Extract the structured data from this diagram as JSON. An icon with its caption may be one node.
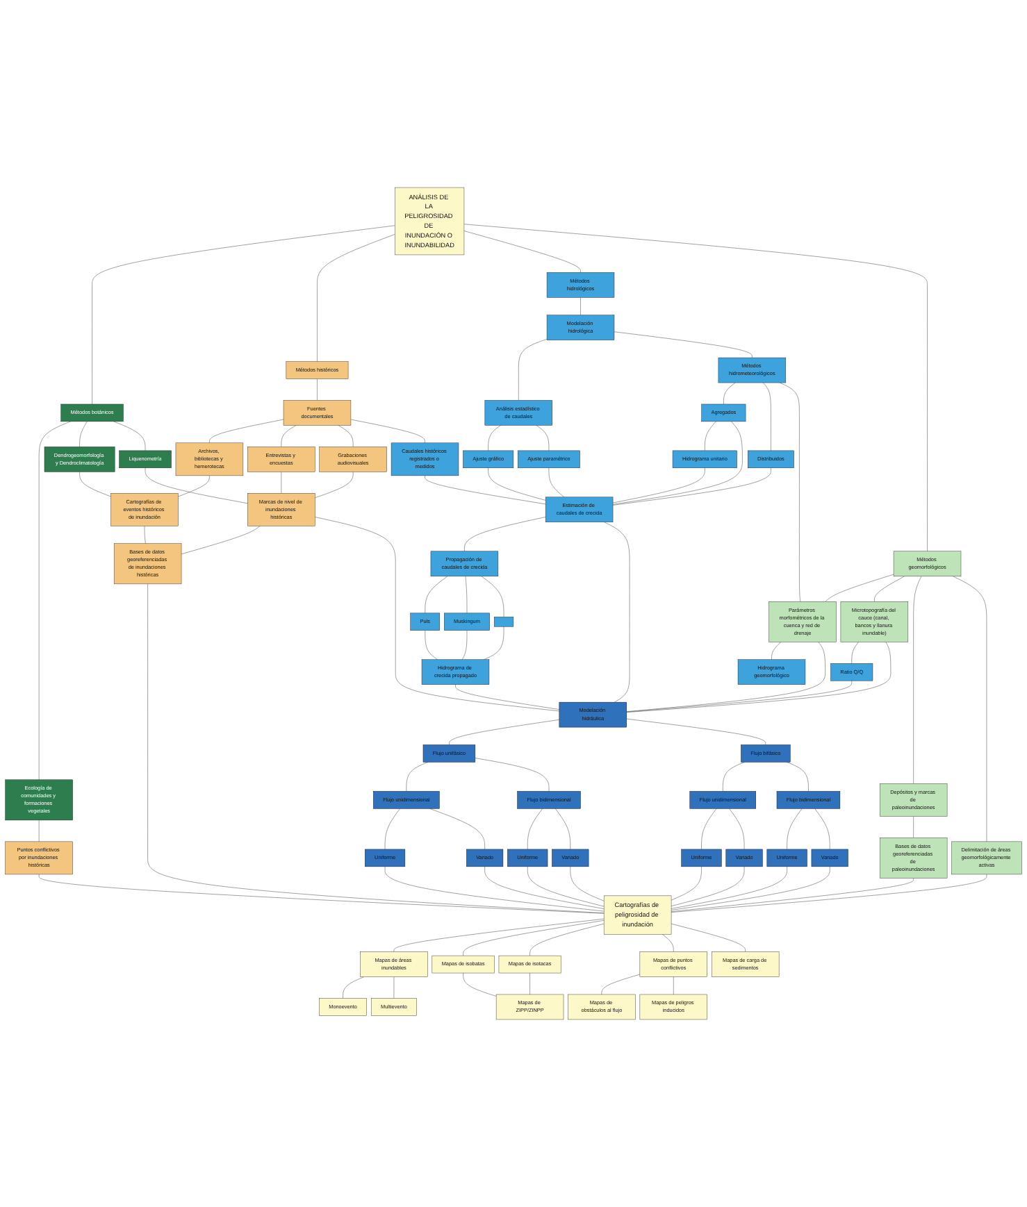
{
  "diagram": {
    "nodes": [
      {
        "text": [
          "ANÁLISIS DE LA PELIGROSIDAD DE INUNDACIÓN O INUNDABILIDAD"
        ]
      },
      {
        "text": [
          "Métodos botánicos"
        ]
      },
      {
        "text": [
          "Métodos históricos"
        ]
      },
      {
        "text": [
          "Métodos hidrológicos"
        ]
      },
      {
        "text": [
          "Métodos geomorfológicos"
        ]
      },
      {
        "text": [
          "Ecología de comunidades y formaciones vegetales"
        ]
      },
      {
        "text": [
          "Dendrogeomorfología y Dendroclimatología"
        ]
      },
      {
        "text": [
          "Liquenometría"
        ]
      },
      {
        "text": [
          "Fuentes documentales"
        ]
      },
      {
        "text": [
          "Archivos, bibliotecas y hemerotecas"
        ]
      },
      {
        "text": [
          "Entrevistas y encuestas"
        ]
      },
      {
        "text": [
          "Grabaciones audiovisuales"
        ]
      },
      {
        "text": [
          "Caudales históricos registrados o medidos"
        ]
      },
      {
        "text": [
          "Modelación hidrológica"
        ]
      },
      {
        "text": [
          "Análisis estadístico de caudales"
        ]
      },
      {
        "text": [
          "Métodos hidrometeorológicos"
        ]
      },
      {
        "text": [
          "Ajuste gráfico"
        ]
      },
      {
        "text": [
          "Ajuste paramétrico"
        ]
      },
      {
        "text": [
          "Agregados"
        ]
      },
      {
        "text": [
          "Distribuidos"
        ]
      },
      {
        "text": [
          "Hidrograma unitario"
        ]
      },
      {
        "text": [
          "Parámetros morfométricos de la cuenca y red de drenaje"
        ]
      },
      {
        "text": [
          "Microtopografía del cauce (canal, bancos y llanura inundable)"
        ]
      },
      {
        "text": [
          "Depósitos y marcas de paleoinundaciones"
        ]
      },
      {
        "text": [
          "Delimitación de áreas geomorfológicamente activas"
        ]
      },
      {
        "text": [
          "Hidrograma geomorfológico"
        ]
      },
      {
        "text": [
          "Ratio Q/Q"
        ]
      },
      {
        "text": [
          "Bases de datos georeferenciadas de paleoinundaciones"
        ]
      },
      {
        "text": [
          "Puntos conflictivos por inundaciones históricas"
        ]
      },
      {
        "text": [
          "Cartografías de eventos históricos de inundación"
        ]
      },
      {
        "text": [
          "Marcas de nivel de inundaciones históricas"
        ]
      },
      {
        "text": [
          "Bases de datos georeferenciadas de inundaciones históricas"
        ]
      },
      {
        "text": [
          "Estimación de caudales de crecida"
        ]
      },
      {
        "text": [
          "Propagación de caudales de crecida"
        ]
      },
      {
        "text": [
          "Puls"
        ]
      },
      {
        "text": [
          "Muskingum"
        ]
      },
      {
        "text": [],
        "shape": "box"
      },
      {
        "text": [
          "Hidrograma de crecida propagado"
        ]
      },
      {
        "text": [
          "Modelación hidráulica"
        ]
      },
      {
        "text": [
          "Flujo unifásico"
        ]
      },
      {
        "text": [
          "Flujo bifásico"
        ]
      },
      {
        "text": [
          "Flujo unidimensional"
        ]
      },
      {
        "text": [
          "Flujo bidimensional"
        ]
      },
      {
        "text": [
          "Flujo unidimensional"
        ]
      },
      {
        "text": [
          "Flujo bidimensional"
        ]
      },
      {
        "text": [
          "Uniforme"
        ]
      },
      {
        "text": [
          "Variado"
        ]
      },
      {
        "text": [
          "Uniforme"
        ]
      },
      {
        "text": [
          "Variado"
        ]
      },
      {
        "text": [
          "Uniforme"
        ]
      },
      {
        "text": [
          "Variado"
        ]
      },
      {
        "text": [
          "Uniforme"
        ]
      },
      {
        "text": [
          "Variado"
        ]
      },
      {
        "text": [
          "Cartografías de peligrosidad de inundación"
        ]
      },
      {
        "text": [
          "Mapas de áreas inundables"
        ]
      },
      {
        "text": [
          "Mapas de isobatas"
        ]
      },
      {
        "text": [
          "Mapas de isotacas"
        ]
      },
      {
        "text": [
          "Mapas de puntos conflictivos"
        ]
      },
      {
        "text": [
          "Mapas de carga de sedimentos"
        ]
      },
      {
        "text": [
          "Monoevento"
        ]
      },
      {
        "text": [
          "Multievento"
        ]
      },
      {
        "text": [
          "Mapas de ZIPP/ZINPP"
        ]
      },
      {
        "text": [
          "Mapas de obstáculos al flujo"
        ]
      },
      {
        "text": [
          "Mapas de peligros inducidos"
        ]
      }
    ],
    "edges": [
      {
        "from": 0,
        "to": 1,
        "arrow": "none"
      },
      {
        "from": 0,
        "to": 2,
        "arrow": "none"
      },
      {
        "from": 0,
        "to": 3,
        "arrow": "none"
      },
      {
        "from": 0,
        "to": 4,
        "arrow": "none"
      },
      {
        "from": 1,
        "to": 5,
        "arrow": "none"
      },
      {
        "from": 1,
        "to": 6,
        "arrow": "none"
      },
      {
        "from": 1,
        "to": 7,
        "arrow": "none"
      },
      {
        "from": 2,
        "to": 8,
        "arrow": "none"
      },
      {
        "from": 8,
        "to": 9,
        "arrow": "none"
      },
      {
        "from": 8,
        "to": 10,
        "arrow": "none"
      },
      {
        "from": 8,
        "to": 11,
        "arrow": "none"
      },
      {
        "from": 8,
        "to": 12,
        "arrow": "none"
      },
      {
        "from": 3,
        "to": 13,
        "arrow": "none"
      },
      {
        "from": 4,
        "to": 21,
        "arrow": "none"
      },
      {
        "from": 4,
        "to": 22,
        "arrow": "none"
      },
      {
        "from": 4,
        "to": 23,
        "arrow": "none"
      },
      {
        "from": 4,
        "to": 24,
        "arrow": "none"
      },
      {
        "from": 5,
        "to": 28,
        "arrow": "none"
      },
      {
        "from": 6,
        "to": 29,
        "arrow": "none"
      },
      {
        "from": 7,
        "to": 30,
        "arrow": "none"
      },
      {
        "from": 9,
        "to": 29,
        "arrow": "none"
      },
      {
        "from": 10,
        "to": 30,
        "arrow": "none"
      },
      {
        "from": 11,
        "to": 30,
        "arrow": "none"
      },
      {
        "from": 29,
        "to": 31,
        "arrow": "none"
      },
      {
        "from": 30,
        "to": 31,
        "arrow": "none"
      },
      {
        "from": 30,
        "to": 38,
        "arrow": "none"
      },
      {
        "from": 12,
        "to": 32,
        "arrow": "none"
      },
      {
        "from": 13,
        "to": 14,
        "arrow": "none"
      },
      {
        "from": 13,
        "to": 15,
        "arrow": "none"
      },
      {
        "from": 14,
        "to": 16,
        "arrow": "none"
      },
      {
        "from": 14,
        "to": 17,
        "arrow": "none"
      },
      {
        "from": 15,
        "to": 18,
        "arrow": "none"
      },
      {
        "from": 15,
        "to": 19,
        "arrow": "none"
      },
      {
        "from": 18,
        "to": 20,
        "arrow": "none"
      },
      {
        "from": 15,
        "to": 21,
        "arrow": "none"
      },
      {
        "from": 16,
        "to": 32,
        "arrow": "none"
      },
      {
        "from": 17,
        "to": 32,
        "arrow": "none"
      },
      {
        "from": 18,
        "to": 32,
        "arrow": "none"
      },
      {
        "from": 20,
        "to": 32,
        "arrow": "none"
      },
      {
        "from": 19,
        "to": 32,
        "arrow": "none"
      },
      {
        "from": 21,
        "to": 25,
        "arrow": "none"
      },
      {
        "from": 21,
        "to": 38,
        "arrow": "none"
      },
      {
        "from": 22,
        "to": 26,
        "arrow": "none"
      },
      {
        "from": 22,
        "to": 38,
        "arrow": "none"
      },
      {
        "from": 23,
        "to": 27,
        "arrow": "none"
      },
      {
        "from": 24,
        "to": 53,
        "arrow": "none"
      },
      {
        "from": 32,
        "to": 33,
        "arrow": "none"
      },
      {
        "from": 33,
        "to": 34,
        "arrow": "none"
      },
      {
        "from": 33,
        "to": 35,
        "arrow": "none"
      },
      {
        "from": 33,
        "to": 36,
        "arrow": "none"
      },
      {
        "from": 34,
        "to": 37,
        "arrow": "none"
      },
      {
        "from": 35,
        "to": 37,
        "arrow": "none"
      },
      {
        "from": 36,
        "to": 37,
        "arrow": "none"
      },
      {
        "from": 32,
        "to": 38,
        "arrow": "none"
      },
      {
        "from": 37,
        "to": 38,
        "arrow": "none"
      },
      {
        "from": 26,
        "to": 38,
        "arrow": "none"
      },
      {
        "from": 38,
        "to": 39,
        "arrow": "none"
      },
      {
        "from": 38,
        "to": 40,
        "arrow": "none"
      },
      {
        "from": 39,
        "to": 41,
        "arrow": "none"
      },
      {
        "from": 39,
        "to": 42,
        "arrow": "none"
      },
      {
        "from": 40,
        "to": 43,
        "arrow": "none"
      },
      {
        "from": 40,
        "to": 44,
        "arrow": "none"
      },
      {
        "from": 41,
        "to": 45,
        "arrow": "none"
      },
      {
        "from": 41,
        "to": 46,
        "arrow": "none"
      },
      {
        "from": 42,
        "to": 47,
        "arrow": "none"
      },
      {
        "from": 42,
        "to": 48,
        "arrow": "none"
      },
      {
        "from": 43,
        "to": 49,
        "arrow": "none"
      },
      {
        "from": 43,
        "to": 50,
        "arrow": "none"
      },
      {
        "from": 44,
        "to": 51,
        "arrow": "none"
      },
      {
        "from": 44,
        "to": 52,
        "arrow": "none"
      },
      {
        "from": 45,
        "to": 53,
        "arrow": "none"
      },
      {
        "from": 46,
        "to": 53,
        "arrow": "none"
      },
      {
        "from": 47,
        "to": 53,
        "arrow": "none"
      },
      {
        "from": 48,
        "to": 53,
        "arrow": "none"
      },
      {
        "from": 49,
        "to": 53,
        "arrow": "none"
      },
      {
        "from": 50,
        "to": 53,
        "arrow": "none"
      },
      {
        "from": 51,
        "to": 53,
        "arrow": "none"
      },
      {
        "from": 52,
        "to": 53,
        "arrow": "none"
      },
      {
        "from": 28,
        "to": 53,
        "arrow": "none"
      },
      {
        "from": 31,
        "to": 53,
        "arrow": "none"
      },
      {
        "from": 27,
        "to": 53,
        "arrow": "none"
      },
      {
        "from": 53,
        "to": 54,
        "arrow": "none"
      },
      {
        "from": 53,
        "to": 55,
        "arrow": "none"
      },
      {
        "from": 53,
        "to": 56,
        "arrow": "none"
      },
      {
        "from": 53,
        "to": 57,
        "arrow": "none"
      },
      {
        "from": 53,
        "to": 58,
        "arrow": "none"
      },
      {
        "from": 54,
        "to": 59,
        "arrow": "none"
      },
      {
        "from": 54,
        "to": 60,
        "arrow": "none"
      },
      {
        "from": 55,
        "to": 61,
        "arrow": "none"
      },
      {
        "from": 56,
        "to": 61,
        "arrow": "none"
      },
      {
        "from": 57,
        "to": 62,
        "arrow": "none"
      },
      {
        "from": 57,
        "to": 63,
        "arrow": "none"
      }
    ]
  }
}
